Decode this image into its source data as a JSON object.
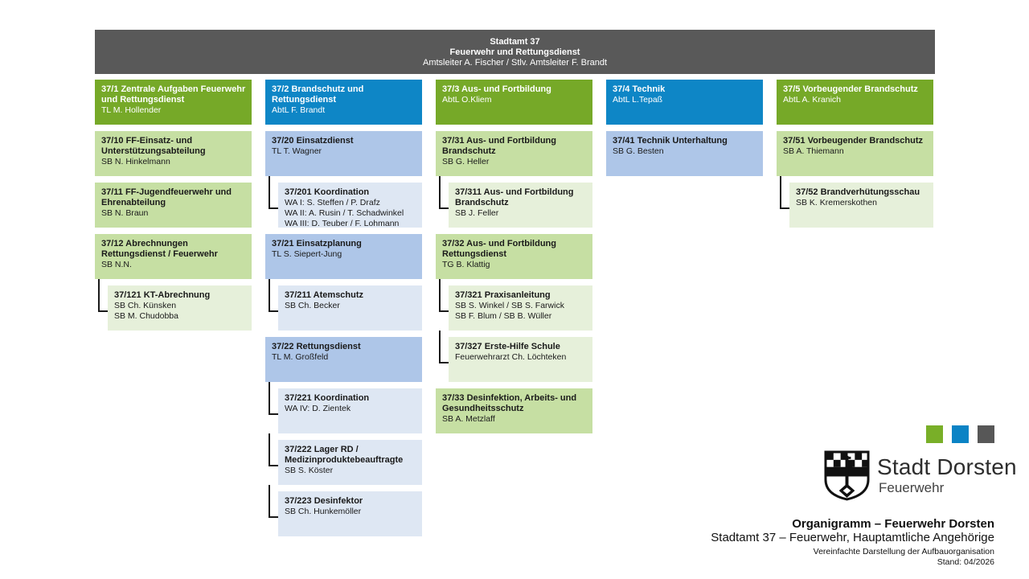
{
  "header": {
    "line1": "Stadtamt 37",
    "line2": "Feuerwehr und Rettungsdienst",
    "line3": "Amtsleiter A. Fischer / Stlv. Amtsleiter F. Brandt",
    "bg": "#595959"
  },
  "colors": {
    "green_head": "#76A928",
    "green_l2": "#C6DFA3",
    "green_l3": "#E6F0DA",
    "blue_head": "#0E86C6",
    "blue_l2": "#AEC6E8",
    "blue_l3": "#DEE7F3",
    "connector": "#1a1a1a",
    "headerbar": "#595959"
  },
  "columns": [
    {
      "scheme": "green",
      "boxes": [
        {
          "level": 1,
          "title": "37/1 Zentrale Aufgaben Feuerwehr und Rettungsdienst",
          "people": [
            "TL M. Hollender"
          ]
        },
        {
          "level": 2,
          "title": "37/10 FF-Einsatz- und Unterstützungsabteilung",
          "people": [
            "SB N. Hinkelmann"
          ]
        },
        {
          "level": 2,
          "title": "37/11 FF-Jugendfeuerwehr und Ehrenabteilung",
          "people": [
            "SB N. Braun"
          ]
        },
        {
          "level": 2,
          "title": "37/12 Abrechnungen Rettungsdienst / Feuerwehr",
          "people": [
            "SB N.N."
          ]
        },
        {
          "level": 3,
          "title": "37/121 KT-Abrechnung",
          "people": [
            "SB Ch. Künsken",
            "SB M. Chudobba"
          ]
        }
      ]
    },
    {
      "scheme": "blue",
      "boxes": [
        {
          "level": 1,
          "title": "37/2 Brandschutz und Rettungsdienst",
          "people": [
            "AbtL F. Brandt"
          ]
        },
        {
          "level": 2,
          "title": "37/20 Einsatzdienst",
          "people": [
            "TL T. Wagner"
          ]
        },
        {
          "level": 3,
          "title": "37/201 Koordination",
          "people": [
            "WA I: S. Steffen / P. Drafz",
            "WA II: A. Rusin / T. Schadwinkel",
            "WA III: D. Teuber / F. Lohmann"
          ]
        },
        {
          "level": 2,
          "title": "37/21 Einsatzplanung",
          "people": [
            "TL S. Siepert-Jung"
          ]
        },
        {
          "level": 3,
          "title": "37/211 Atemschutz",
          "people": [
            "SB Ch. Becker"
          ]
        },
        {
          "level": 2,
          "title": "37/22 Rettungsdienst",
          "people": [
            "TL M. Großfeld"
          ]
        },
        {
          "level": 3,
          "title": "37/221 Koordination",
          "people": [
            "WA IV: D. Zientek"
          ]
        },
        {
          "level": 3,
          "title": "37/222 Lager RD / Medizinproduktebeauftragte",
          "people": [
            "SB S. Köster"
          ]
        },
        {
          "level": 3,
          "title": "37/223 Desinfektor",
          "people": [
            "SB Ch. Hunkemöller"
          ]
        }
      ]
    },
    {
      "scheme": "green",
      "boxes": [
        {
          "level": 1,
          "title": "37/3 Aus- und Fortbildung",
          "people": [
            "AbtL O.Kliem"
          ]
        },
        {
          "level": 2,
          "title": "37/31 Aus- und Fortbildung Brandschutz",
          "people": [
            "SB G. Heller"
          ]
        },
        {
          "level": 3,
          "title": "37/311 Aus- und Fortbildung Brandschutz",
          "people": [
            "SB J. Feller"
          ]
        },
        {
          "level": 2,
          "title": "37/32 Aus- und Fortbildung Rettungsdienst",
          "people": [
            "TG B. Klattig"
          ]
        },
        {
          "level": 3,
          "title": "37/321 Praxisanleitung",
          "people": [
            "SB S. Winkel / SB S. Farwick",
            "SB F. Blum / SB B. Wüller"
          ]
        },
        {
          "level": 3,
          "title": "37/327 Erste-Hilfe Schule",
          "people": [
            "Feuerwehrarzt Ch. Löchteken"
          ]
        },
        {
          "level": 2,
          "title": "37/33 Desinfektion, Arbeits- und Gesundheitsschutz",
          "people": [
            "SB A. Metzlaff"
          ]
        }
      ]
    },
    {
      "scheme": "blue",
      "boxes": [
        {
          "level": 1,
          "title": "37/4 Technik",
          "people": [
            "AbtL L.Tepaß"
          ]
        },
        {
          "level": 2,
          "title": "37/41 Technik Unterhaltung",
          "people": [
            "SB G. Besten"
          ]
        }
      ]
    },
    {
      "scheme": "green",
      "boxes": [
        {
          "level": 1,
          "title": "37/5 Vorbeugender Brandschutz",
          "people": [
            "AbtL A. Kranich"
          ]
        },
        {
          "level": 2,
          "title": "37/51 Vorbeugender Brandschutz",
          "people": [
            "SB A. Thiemann"
          ]
        },
        {
          "level": 3,
          "title": "37/52 Brandverhütungsschau",
          "people": [
            "SB K. Kremerskothen"
          ]
        }
      ]
    }
  ],
  "logo": {
    "name": "Stadt Dorsten",
    "sub": "Feuerwehr",
    "squares": [
      "#79AF28",
      "#0B83C5",
      "#575757"
    ],
    "shield_icon": "dorsten-coat-of-arms"
  },
  "caption": {
    "line1": "Organigramm – Feuerwehr Dorsten",
    "line2": "Stadtamt 37 – Feuerwehr, Hauptamtliche Angehörige",
    "line3": "Vereinfachte Darstellung der Aufbauorganisation",
    "line4": "Stand: 04/2026"
  }
}
